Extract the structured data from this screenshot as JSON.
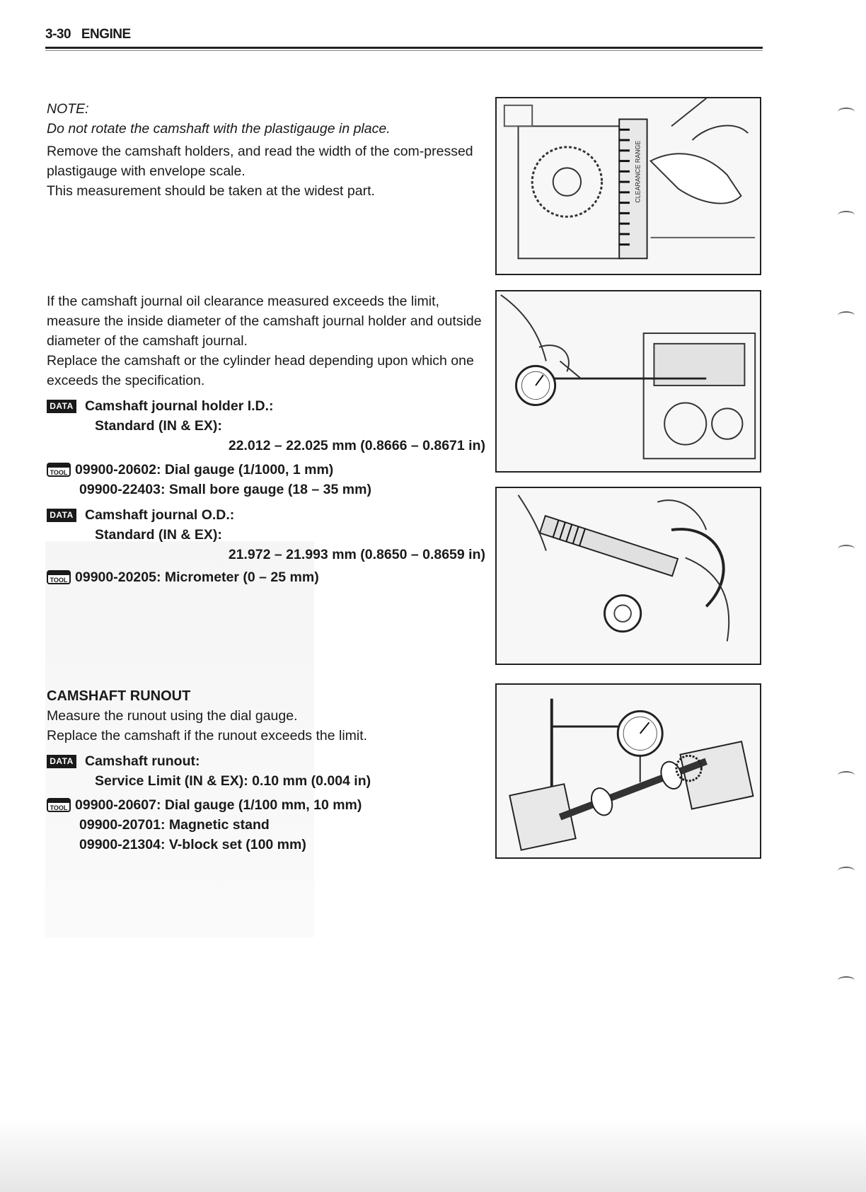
{
  "header": {
    "page_number": "3-30",
    "section": "ENGINE"
  },
  "note": {
    "label": "NOTE:",
    "text": "Do not rotate the camshaft with the plastigauge in place."
  },
  "intro_paragraphs": [
    "Remove the camshaft holders, and read the width of the com-pressed plastigauge with envelope scale.",
    "This measurement should be taken at the widest part."
  ],
  "clearance_paragraphs": [
    "If the camshaft journal oil clearance measured exceeds the limit, measure the inside diameter of the camshaft journal holder and outside diameter of the camshaft journal.",
    "Replace the camshaft or the cylinder head depending upon which one exceeds the specification."
  ],
  "badges": {
    "data": "DATA",
    "tool": "TOOL"
  },
  "holder_spec": {
    "title": "Camshaft journal holder I.D.:",
    "standard_label": "Standard (IN & EX):",
    "value": "22.012 – 22.025 mm (0.8666 – 0.8671 in)"
  },
  "holder_tools": [
    "09900-20602: Dial gauge (1/1000, 1 mm)",
    "09900-22403: Small bore gauge (18 – 35 mm)"
  ],
  "journal_spec": {
    "title": "Camshaft journal O.D.:",
    "standard_label": "Standard (IN & EX):",
    "value": "21.972 – 21.993 mm (0.8650 – 0.8659 in)"
  },
  "journal_tools": [
    "09900-20205: Micrometer (0 – 25 mm)"
  ],
  "runout": {
    "heading": "CAMSHAFT RUNOUT",
    "paragraphs": [
      "Measure the runout using the dial gauge.",
      "Replace the camshaft if the runout exceeds the limit."
    ],
    "spec_title": "Camshaft runout:",
    "spec_value": "Service Limit (IN & EX): 0.10 mm (0.004 in)",
    "tools": [
      "09900-20607: Dial gauge (1/100 mm, 10 mm)",
      "09900-20701: Magnetic stand",
      "09900-21304: V-block set (100 mm)"
    ]
  },
  "figure1_scale_text": "CLEARANCE RANGE"
}
